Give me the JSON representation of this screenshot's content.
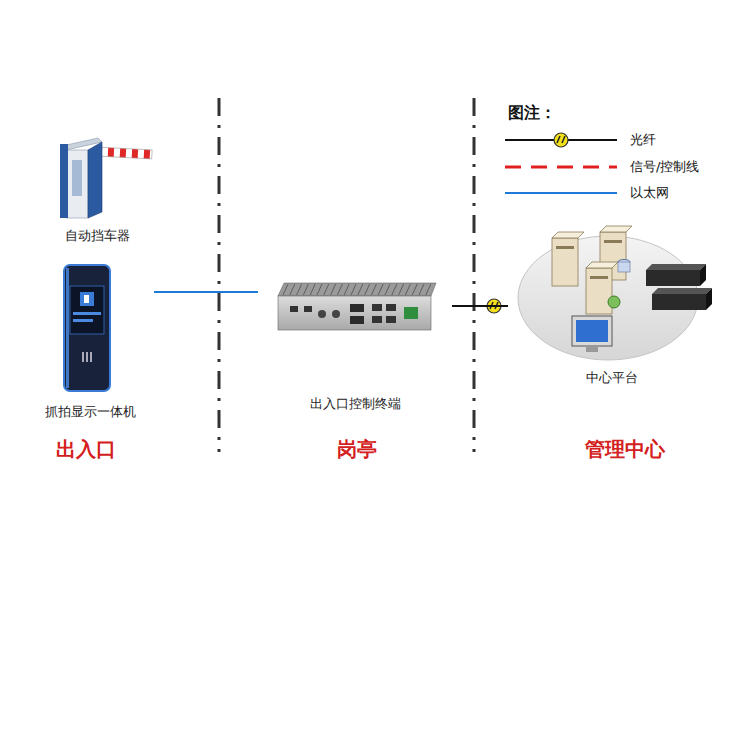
{
  "diagram": {
    "nodes": [
      {
        "text": [
          "自动挡车器"
        ]
      },
      {
        "text": [
          "抓拍显示一体机"
        ]
      },
      {
        "text": [
          "出入口控制终端"
        ]
      },
      {
        "text": [
          "中心平台"
        ]
      }
    ],
    "edges": [
      {
        "from": 1,
        "to": 2,
        "arrow": "none"
      },
      {
        "from": 2,
        "to": 3,
        "arrow": "none"
      }
    ],
    "labels": [
      "图注：",
      "出入口",
      "岗亭",
      "管理中心"
    ],
    "legend": [
      {
        "text": "光纤"
      },
      {
        "text": "信号/控制线"
      },
      {
        "text": "以太网"
      }
    ]
  }
}
